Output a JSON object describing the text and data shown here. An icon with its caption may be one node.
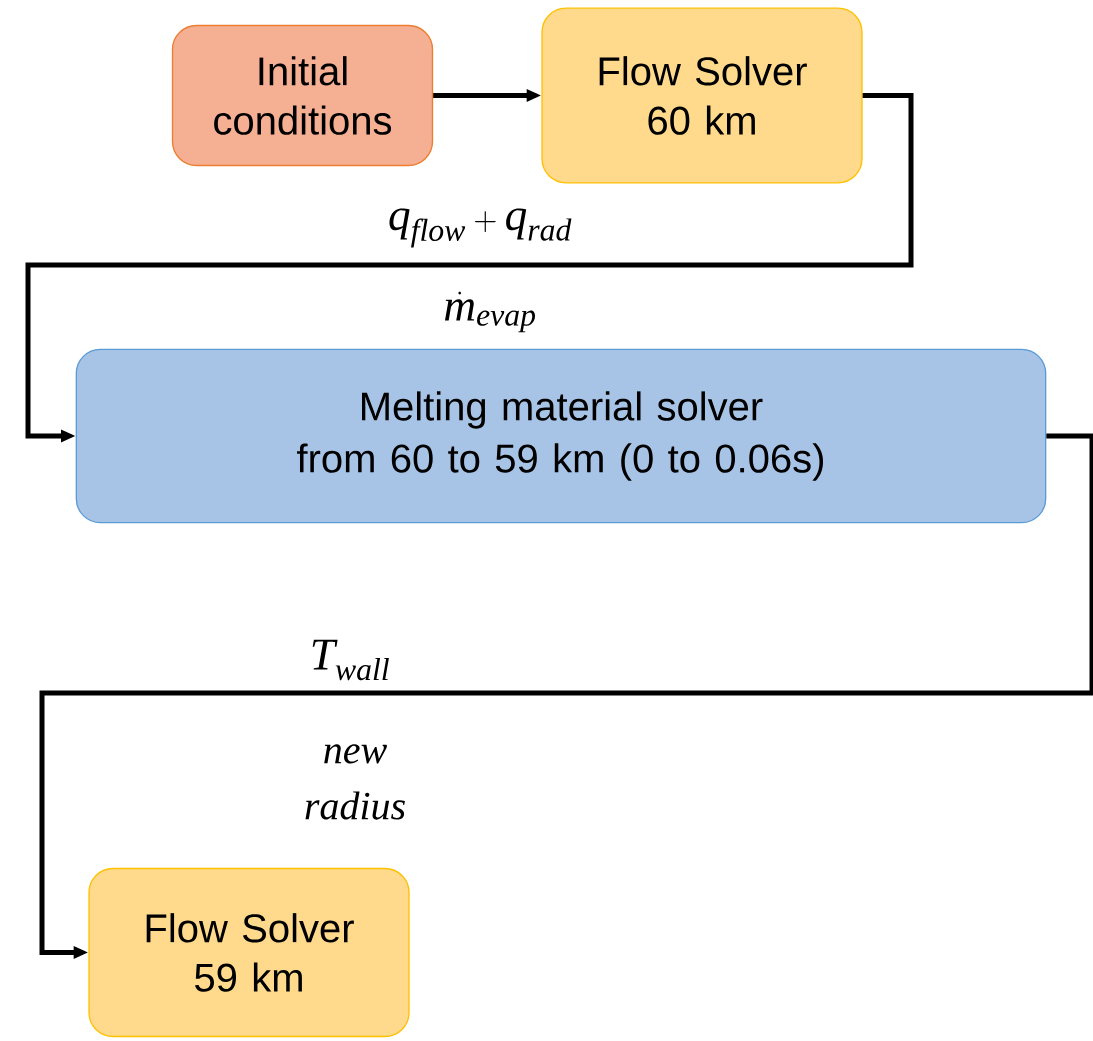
{
  "diagram": {
    "nodes": [
      {
        "text": [
          "Initial conditions"
        ]
      },
      {
        "text": [
          "Flow Solver 60 km"
        ]
      },
      {
        "text": [
          "Melting material solver",
          "from 60 to 59 km (0 to 0.06s)"
        ]
      },
      {
        "text": [
          "Flow Solver 59 km"
        ]
      }
    ],
    "edges": [
      {
        "from": 0,
        "to": 1,
        "arrow": "to"
      },
      {
        "from": 1,
        "to": 2,
        "arrow": "to",
        "label": "q_{\\mathit{flow}} + q_{\\mathit{rad}}"
      },
      {
        "from": 2,
        "to": 3,
        "arrow": "to",
        "label": "T_{\\mathit{wall}}"
      }
    ],
    "labels": [
      "\\dot{m}_{\\mathit{evap}}",
      "new radius"
    ]
  }
}
